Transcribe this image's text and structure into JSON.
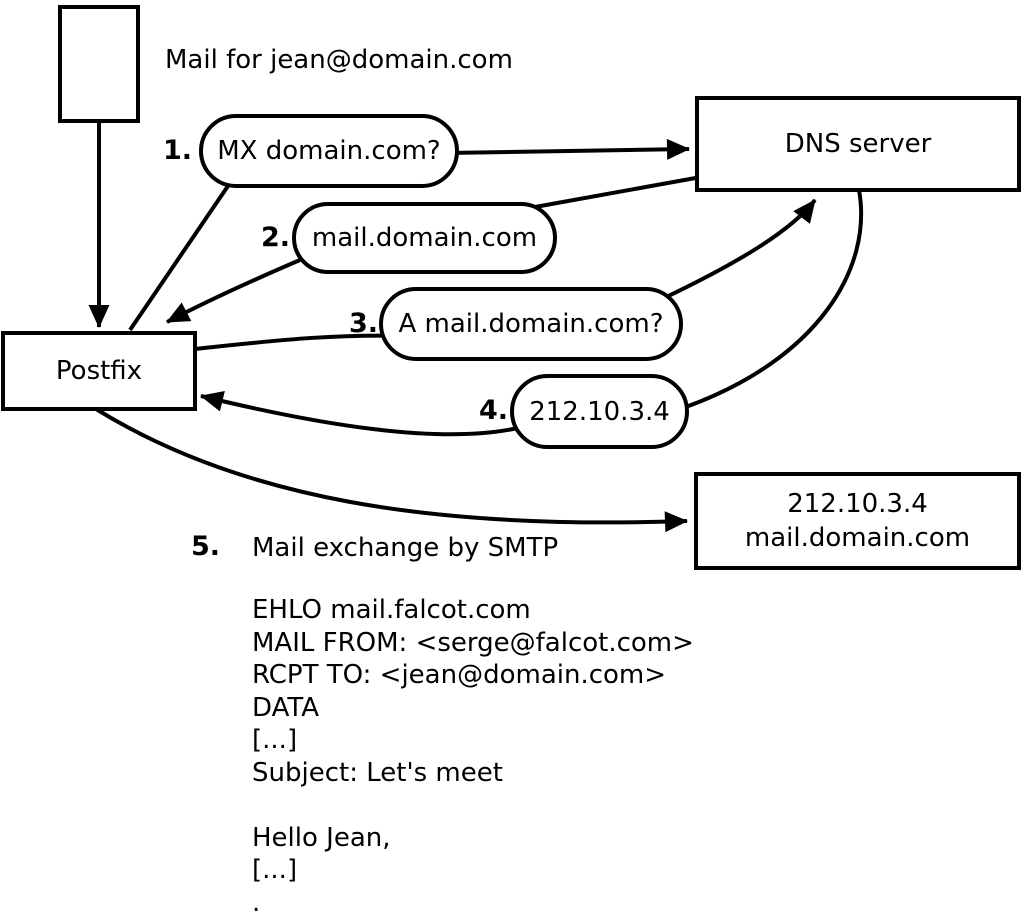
{
  "colors": {
    "stroke": "#000000",
    "background": "#ffffff"
  },
  "header": {
    "title": "Mail for jean@domain.com"
  },
  "nodes": {
    "postfix": {
      "label": "Postfix"
    },
    "dns": {
      "label": "DNS server"
    },
    "mailserver": {
      "ip": "212.10.3.4",
      "hostname": "mail.domain.com"
    }
  },
  "steps": [
    {
      "num": "1.",
      "label": "MX domain.com?"
    },
    {
      "num": "2.",
      "label": "mail.domain.com"
    },
    {
      "num": "3.",
      "label": "A mail.domain.com?"
    },
    {
      "num": "4.",
      "label": "212.10.3.4"
    },
    {
      "num": "5.",
      "label": "Mail exchange by SMTP"
    }
  ],
  "smtp": {
    "lines": [
      "EHLO mail.falcot.com",
      "MAIL FROM: <serge@falcot.com>",
      "RCPT TO: <jean@domain.com>",
      "DATA",
      "[...]",
      "Subject: Let's meet",
      "",
      "Hello Jean,",
      "[...]",
      "."
    ]
  }
}
